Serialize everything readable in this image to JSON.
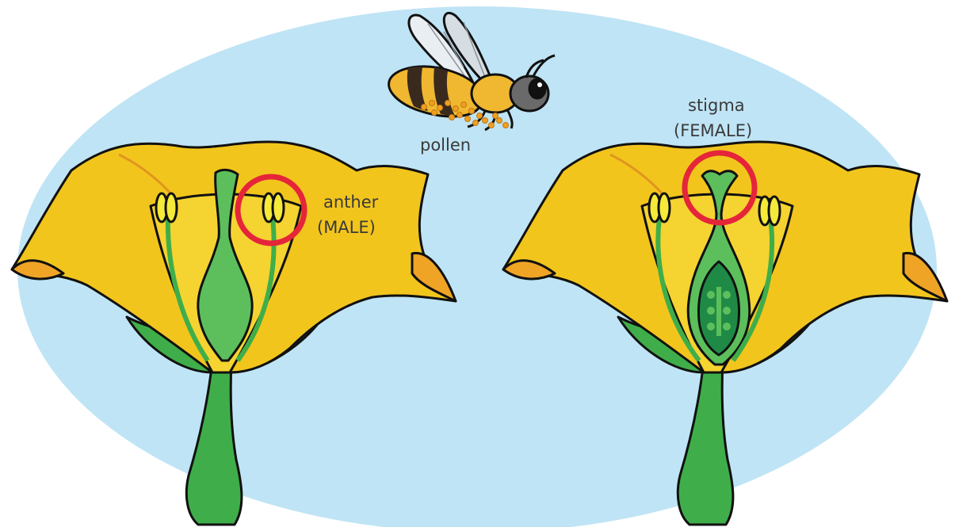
{
  "labels": {
    "pollen": "pollen",
    "anther": "anther",
    "male": "(MALE)",
    "stigma": "stigma",
    "female": "(FEMALE)"
  },
  "colors": {
    "background_oval": "#bfe4f5",
    "petal": "#f2c51d",
    "petal_shade": "#f0a425",
    "stem": "#3fae4a",
    "pistil": "#5cbf5c",
    "ovary_inner": "#1f8a45",
    "anther": "#f5e93a",
    "highlight_circle": "#e5253a",
    "bee_body": "#f0b830",
    "bee_stripe": "#3a2a1e",
    "pollen_dots": "#f0a020"
  },
  "icons": {
    "bee": "bee-icon",
    "male_flower": "male-flower",
    "female_flower": "female-flower"
  }
}
